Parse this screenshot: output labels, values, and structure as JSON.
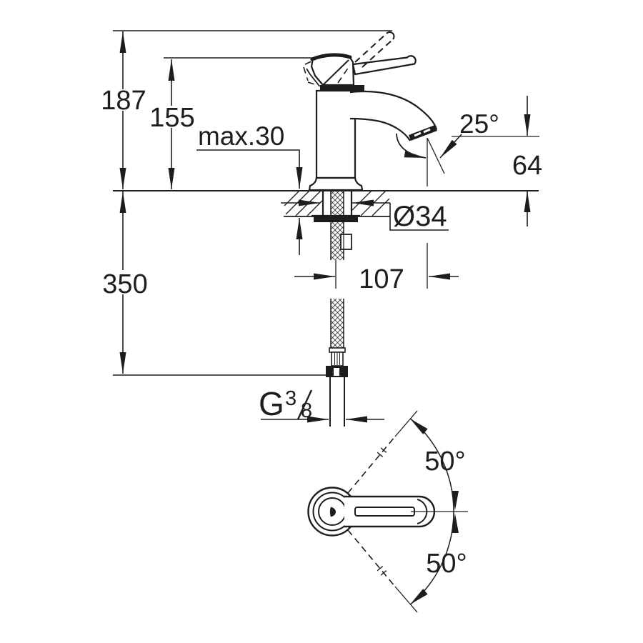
{
  "subject": "single-lever-basin-mixer-technical-drawing",
  "colors": {
    "line": "#1d1d1d",
    "background": "#ffffff"
  },
  "side_view": {
    "dimensions": {
      "overall_height": "187",
      "body_height": "155",
      "deck_thickness": "max.30",
      "spout_angle": "25°",
      "outlet_height": "64",
      "hole_diameter": "Ø34",
      "hose_drop": "350",
      "spout_reach": "107"
    },
    "thread_label": {
      "letter": "G",
      "numerator": "3",
      "denominator": "8"
    }
  },
  "top_view": {
    "swivel_angle_upper": "50°",
    "swivel_angle_lower": "50°"
  }
}
